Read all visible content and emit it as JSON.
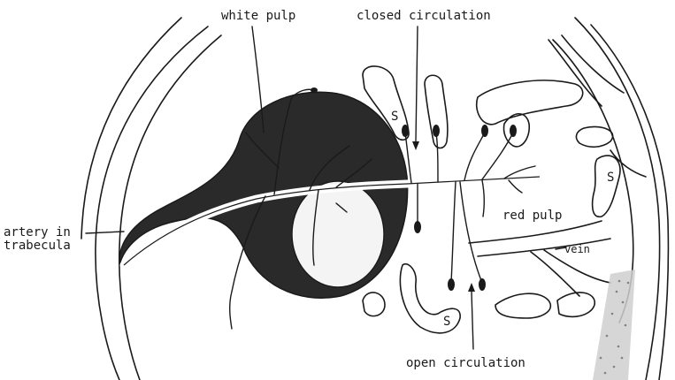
{
  "labels": {
    "white_pulp": "white pulp",
    "closed_circulation": "closed circulation",
    "artery": "artery in\ntrabecula",
    "red_pulp": "red pulp",
    "vein": "vein",
    "open_circulation": "open circulation",
    "sinus_1": "S",
    "sinus_2": "S",
    "sinus_3": "S"
  },
  "colors": {
    "ink": "#1a1a1a",
    "white_pulp_fill": "#2a2a2a",
    "background": "#ffffff"
  }
}
